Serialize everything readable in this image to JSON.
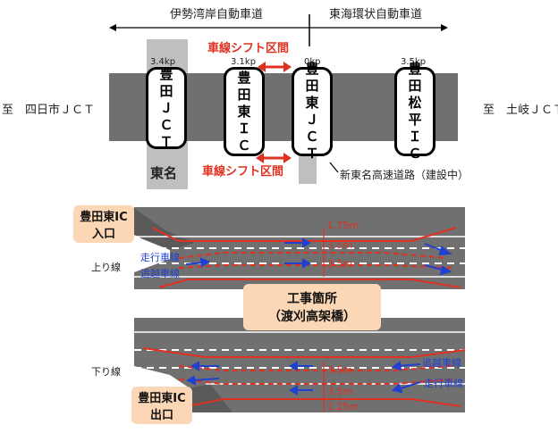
{
  "top": {
    "section_left": "伊勢湾岸自動車道",
    "section_right": "東海環状自動車道",
    "dest_left": "至　四日市ＪＣＴ",
    "dest_right": "至　土岐ＪＣＴ",
    "shift_label_top": "車線シフト区間",
    "shift_label_bottom": "車線シフト区間",
    "tomei_label": "東名",
    "shin_tomei_label": "新東名高速道路（建設中）",
    "nodes": [
      {
        "name": "豊田ＪＣＴ",
        "kp": "3.4kp"
      },
      {
        "name": "豊田東ＩＣ",
        "kp": "3.1kp"
      },
      {
        "name": "豊田東ＪＣＴ",
        "kp": "0kp"
      },
      {
        "name": "豊田松平ＩＣ",
        "kp": "3.5kp"
      }
    ]
  },
  "bottom": {
    "entrance_box": [
      "豊田東IC",
      "入口"
    ],
    "exit_box": [
      "豊田東IC",
      "出口"
    ],
    "up_line": "上り線",
    "down_line": "下り線",
    "construction": [
      "工事箇所",
      "（渡刈高架橋）"
    ],
    "lanes": {
      "travel": "走行車線",
      "overtake": "追越車線"
    },
    "dims": {
      "up": [
        "1.75m",
        "3.5m",
        "3.5m"
      ],
      "down": [
        "3.5m",
        "3.5m",
        "1.25m"
      ]
    }
  },
  "colors": {
    "road": "#707070",
    "road_dark": "#5a5a5a",
    "tomei": "#bfbfbf",
    "red": "#e03020",
    "blue": "#2040d0",
    "box": "#fbd7b5"
  }
}
